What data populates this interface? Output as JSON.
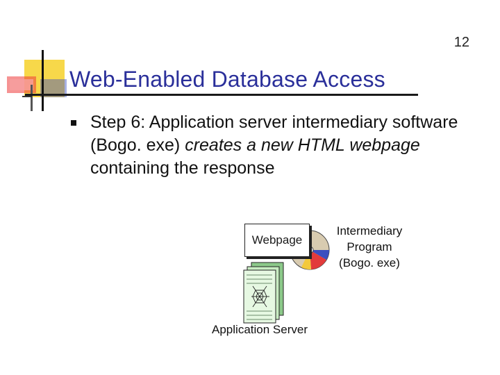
{
  "slide": {
    "number": "12",
    "title": "Web-Enabled Database Access",
    "bullet": {
      "part1": "Step 6: Application server intermediary software (Bogo. exe) ",
      "part2_italic": "creates a new HTML webpage",
      "part3": " containing the response"
    }
  },
  "diagram": {
    "webpage_label": "Webpage",
    "intermediary_line1": "Intermediary",
    "intermediary_line2": "Program",
    "intermediary_line3": "(Bogo. exe)",
    "server_label": "Application Server"
  },
  "colors": {
    "title": "#2a2f9a",
    "deco_yellow": "#f7d84a",
    "deco_blue": "#3b4fbf",
    "deco_red": "#ee3b3b",
    "server_green": "#c8ecc2"
  }
}
